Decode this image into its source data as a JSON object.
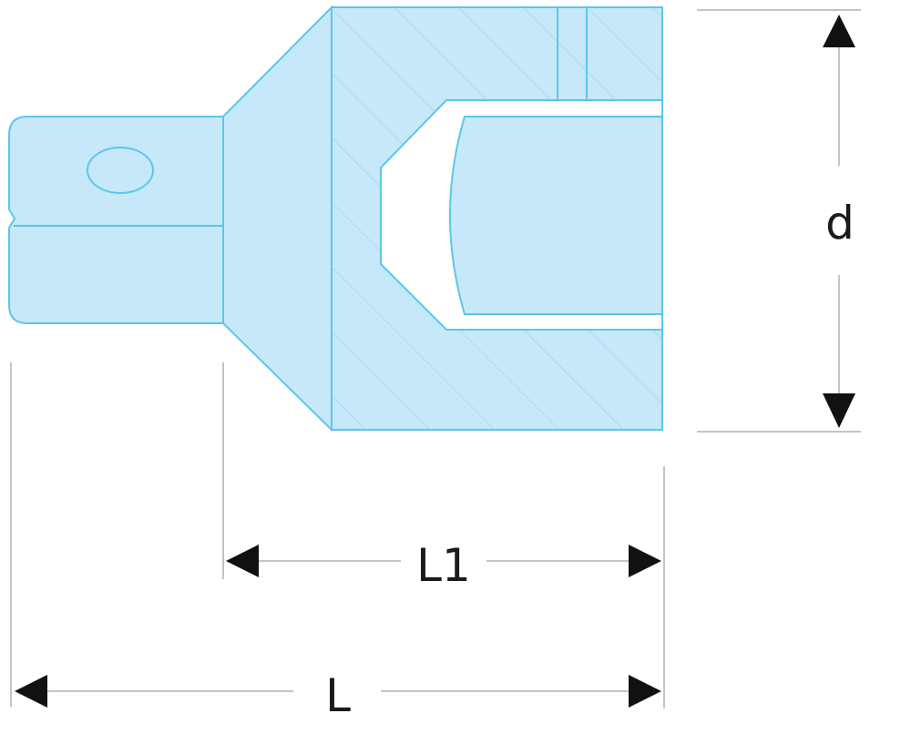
{
  "diagram": {
    "labels": {
      "depth": "d",
      "length_partial": "L1",
      "length_total": "L"
    },
    "colors": {
      "part_fill": "#c6e8f8",
      "part_stroke": "#5cc6ec",
      "hatch": "#8fd3f0",
      "dimension_line": "#c4c4c4",
      "arrow": "#111111",
      "text": "#1a1a1a"
    }
  }
}
